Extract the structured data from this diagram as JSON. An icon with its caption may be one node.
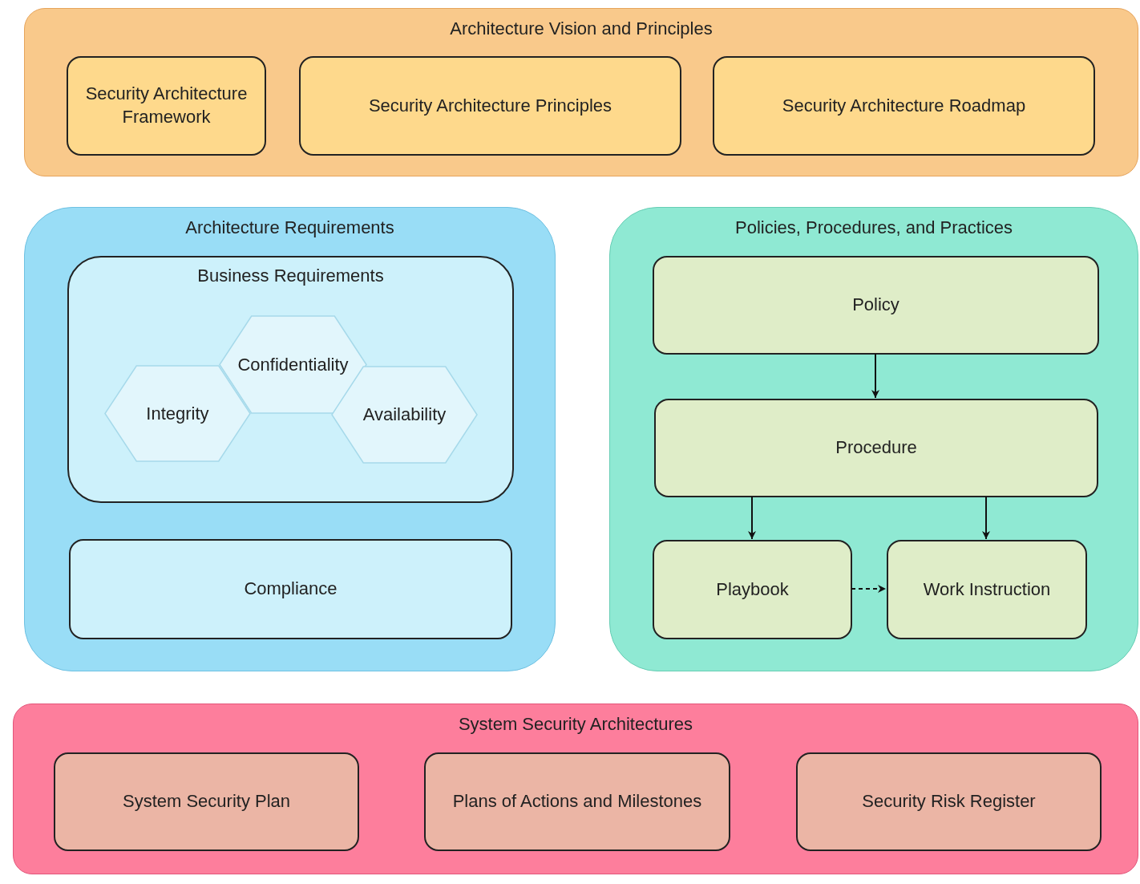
{
  "diagram": {
    "nodes": [
      {
        "text": [
          "Architecture Vision and Principles"
        ]
      },
      {
        "text": [
          "Security Architecture Framework"
        ],
        "in": 0
      },
      {
        "text": [
          "Security Architecture Principles"
        ],
        "in": 0
      },
      {
        "text": [
          "Security Architecture Roadmap"
        ],
        "in": 0
      },
      {
        "text": [
          "Architecture Requirements"
        ]
      },
      {
        "text": [
          "Business Requirements"
        ],
        "in": 4
      },
      {
        "text": [
          "Confidentiality"
        ],
        "in": 5
      },
      {
        "text": [
          "Integrity"
        ],
        "in": 5
      },
      {
        "text": [
          "Availability"
        ],
        "in": 5
      },
      {
        "text": [
          "Compliance"
        ],
        "in": 4
      },
      {
        "text": [
          "Policies, Procedures, and Practices"
        ]
      },
      {
        "text": [
          "Policy"
        ],
        "in": 10
      },
      {
        "text": [
          "Procedure"
        ],
        "in": 10
      },
      {
        "text": [
          "Playbook"
        ],
        "in": 10
      },
      {
        "text": [
          "Work Instruction"
        ],
        "in": 10
      },
      {
        "text": [
          "System Security Architectures"
        ]
      },
      {
        "text": [
          "System Security Plan"
        ],
        "in": 15
      },
      {
        "text": [
          "Plans of Actions and Milestones"
        ],
        "in": 15
      },
      {
        "text": [
          "Security Risk Register"
        ],
        "in": 15
      }
    ],
    "edges": [
      {
        "from": 11,
        "to": 12,
        "arrow": "to"
      },
      {
        "from": 12,
        "to": 13,
        "arrow": "to"
      },
      {
        "from": 12,
        "to": 14,
        "arrow": "to"
      },
      {
        "from": 13,
        "to": 14,
        "arrow": "to",
        "style": "dashed"
      }
    ]
  }
}
